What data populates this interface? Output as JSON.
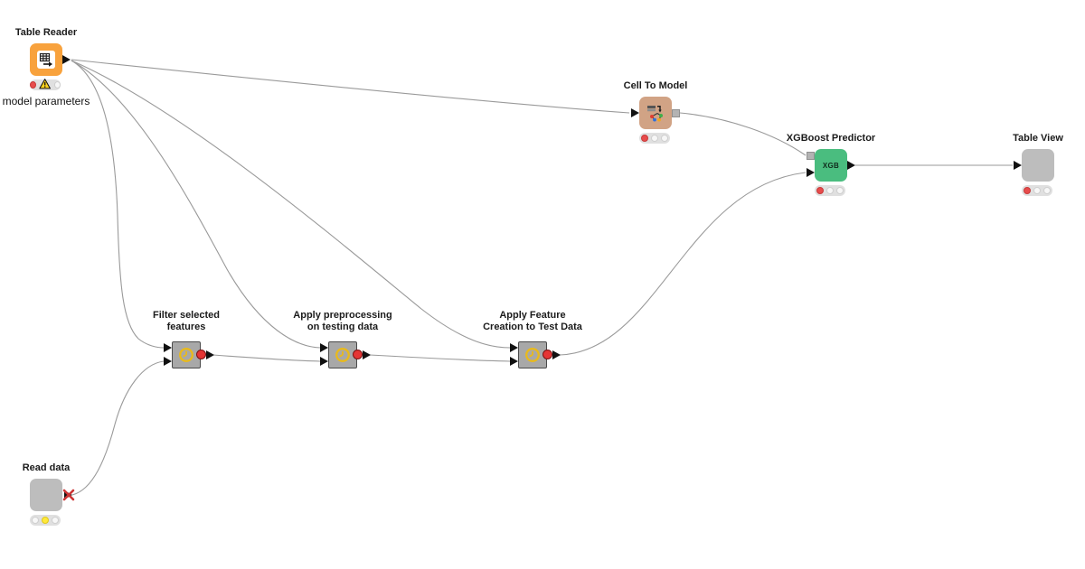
{
  "colors": {
    "canvas_bg": "#ffffff",
    "line": "#9a9a9a",
    "reader_orange": "#F8A23D",
    "cell_to_model_tan": "#D1A385",
    "xgboost_green": "#4ABD7F",
    "plain_node_gray": "#BDBDBD",
    "metanode_gray": "#A8A8A8",
    "metanode_border": "#4A4A4A",
    "traffic_light_bg": "#E0E0E0",
    "status_red": "#E84C4C",
    "status_yellow": "#FFE93B",
    "status_off": "#F7F7F7",
    "warning_yellow": "#FFD21E",
    "metanode_out_red": "#E53535",
    "error_x_red": "#CC3434",
    "clock_yellow": "#E9BA1B",
    "port_black": "#111111",
    "port_gray": "#B3B3B3",
    "title_text": "#1B1B1B"
  },
  "nodes": [
    {
      "id": "table-reader",
      "title": "Table Reader",
      "annotation": "model parameters",
      "icon": "table-reader-icon",
      "traffic": "red lit + warning + off"
    },
    {
      "id": "cell-to-model",
      "title": "Cell To Model",
      "icon": "cell-to-model-icon",
      "traffic": "red lit + off + off"
    },
    {
      "id": "xgboost-predictor",
      "title": "XGBoost Predictor",
      "body_label": "XGB",
      "traffic": "red lit + off + off"
    },
    {
      "id": "table-view",
      "title": "Table View",
      "traffic": "red lit + off + off"
    },
    {
      "id": "filter-selected-features",
      "title_lines": [
        "Filter selected",
        "features"
      ],
      "icon": "clock-icon",
      "traffic": "none"
    },
    {
      "id": "apply-preprocessing",
      "title_lines": [
        "Apply preprocessing",
        "on testing data"
      ],
      "icon": "clock-icon",
      "traffic": "none"
    },
    {
      "id": "apply-feature-creation",
      "title_lines": [
        "Apply Feature",
        "Creation to Test Data"
      ],
      "icon": "clock-icon",
      "traffic": "none"
    },
    {
      "id": "read-data",
      "title": "Read data",
      "traffic": "off + yellow lit + off",
      "error": "red-x-on-output"
    }
  ],
  "connections": [
    {
      "from": "table-reader",
      "to": "cell-to-model"
    },
    {
      "from": "table-reader",
      "to": "filter-selected-features"
    },
    {
      "from": "table-reader",
      "to": "apply-preprocessing"
    },
    {
      "from": "table-reader",
      "to": "apply-feature-creation"
    },
    {
      "from": "read-data",
      "to": "filter-selected-features"
    },
    {
      "from": "filter-selected-features",
      "to": "apply-preprocessing"
    },
    {
      "from": "apply-preprocessing",
      "to": "apply-feature-creation"
    },
    {
      "from": "apply-feature-creation",
      "to": "xgboost-predictor"
    },
    {
      "from": "cell-to-model",
      "to": "xgboost-predictor"
    },
    {
      "from": "xgboost-predictor",
      "to": "table-view"
    }
  ]
}
